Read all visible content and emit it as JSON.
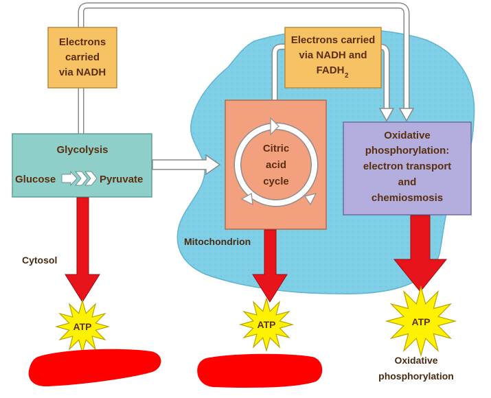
{
  "diagram": {
    "electrons_nadh": [
      "Electrons",
      "carried",
      "via NADH"
    ],
    "electrons_nadh_fadh2": [
      "Electrons carried",
      "via NADH and",
      "FADH"
    ],
    "fadh_subscript": "2",
    "glycolysis": {
      "title": "Glycolysis",
      "input": "Glucose",
      "output": "Pyruvate"
    },
    "citric_acid_cycle": [
      "Citric",
      "acid",
      "cycle"
    ],
    "oxidative": [
      "Oxidative",
      "phosphorylation:",
      "electron transport",
      "and",
      "chemiosmosis"
    ],
    "mitochondrion_label": "Mitochondrion",
    "cytosol_label": "Cytosol",
    "atp_labels": [
      "ATP",
      "ATP",
      "ATP"
    ],
    "oxidative_caption": [
      "Oxidative",
      "phosphorylation"
    ]
  },
  "colors": {
    "mito": "#7fcfe6",
    "orange_box": "#f7c264",
    "glycolysis_box": "#8fcfc9",
    "citric_box": "#f2a07e",
    "oxidative_box": "#b3aede",
    "red_arrow": "#e8141c",
    "atp_star": "#fff200",
    "redaction": "#ff0000"
  }
}
